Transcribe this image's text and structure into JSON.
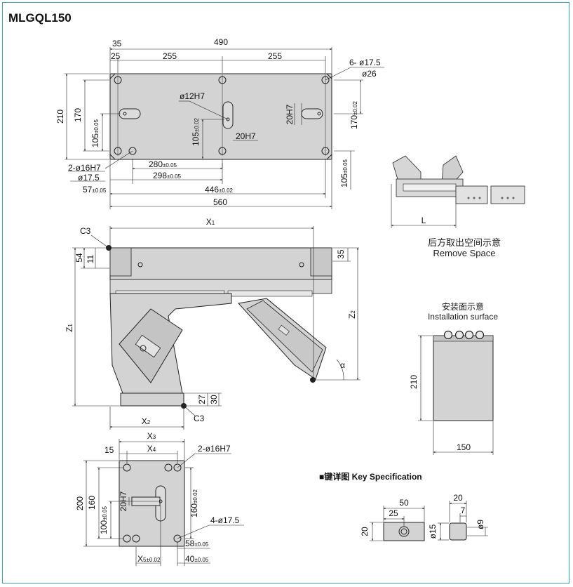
{
  "title": "MLGQL150",
  "top_view": {
    "d_35": "35",
    "d_490": "490",
    "d_25": "25",
    "d_255a": "255",
    "d_255b": "255",
    "d_210": "210",
    "d_170": "170",
    "d_105": "105",
    "d_105_tol": "±0.05",
    "hole_6": "6- ø17.5",
    "hole_26": "ø26",
    "d_12h7": "ø12H7",
    "d_20h7_v": "20H7",
    "d_20h7": "20H7",
    "d_105c": "105",
    "d_105c_tol": "±0.02",
    "d_170r": "170",
    "d_170r_tol": "±0.02",
    "d_105r": "105",
    "d_105r_tol": "±0.05",
    "d_2_16h7": "2-ø16H7",
    "d_175": "ø17.5",
    "d_280": "280",
    "d_280_tol": "±0.05",
    "d_298": "298",
    "d_298_tol": "±0.05",
    "d_57": "57",
    "d_57_tol": "±0.05",
    "d_446": "446",
    "d_446_tol": "±0.02",
    "d_560": "560"
  },
  "front_view": {
    "c3_top": "C3",
    "c3_bottom": "C3",
    "x1": "X",
    "x1_sub": "1",
    "x2": "X",
    "x2_sub": "2",
    "z1": "Z",
    "z1_sub": "1",
    "z2": "Z",
    "z2_sub": "2",
    "d_54": "54",
    "d_11": "11",
    "d_35": "35",
    "d_27": "27",
    "d_30": "30",
    "alpha": "α"
  },
  "bottom_view": {
    "x3": "X",
    "x3_sub": "3",
    "x4": "X",
    "x4_sub": "4",
    "x5": "X",
    "x5_sub": "5",
    "x5_tol": "±0.02",
    "d_15": "15",
    "d_2_16h7": "2-ø16H7",
    "d_200": "200",
    "d_160": "160",
    "d_100": "100",
    "d_100_tol": "±0.05",
    "d_20h7": "20H7",
    "d_160r": "160",
    "d_160r_tol": "±0.02",
    "hole_4": "4-ø17.5",
    "d_58": "58",
    "d_58_tol": "±0.05",
    "d_40": "40",
    "d_40_tol": "±0.05"
  },
  "remove_space": {
    "l_label": "L",
    "caption_cn": "后方取出空间示意",
    "caption_en": "Remove Space"
  },
  "install": {
    "caption_cn": "安装面示意",
    "caption_en": "Installation surface",
    "d_210": "210",
    "d_150": "150"
  },
  "key": {
    "heading": "■键详图 Key Specification",
    "d_50": "50",
    "d_25": "25",
    "d_20": "20",
    "d_20b": "20",
    "d_7": "7",
    "d_15": "ø15",
    "d_9": "ø9"
  }
}
